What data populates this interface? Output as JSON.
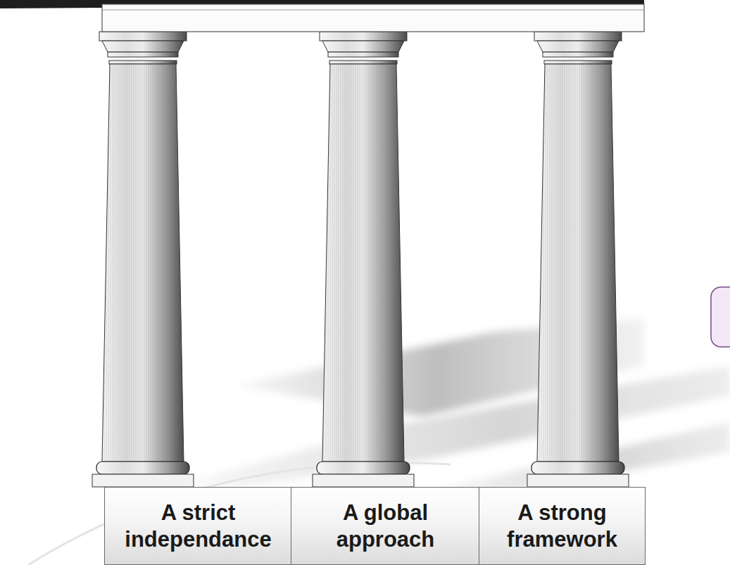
{
  "diagram": {
    "nodes": [
      {
        "text": [
          "A strict independance"
        ]
      },
      {
        "text": [
          "A global approach"
        ]
      },
      {
        "text": [
          "A strong framework"
        ]
      }
    ]
  }
}
